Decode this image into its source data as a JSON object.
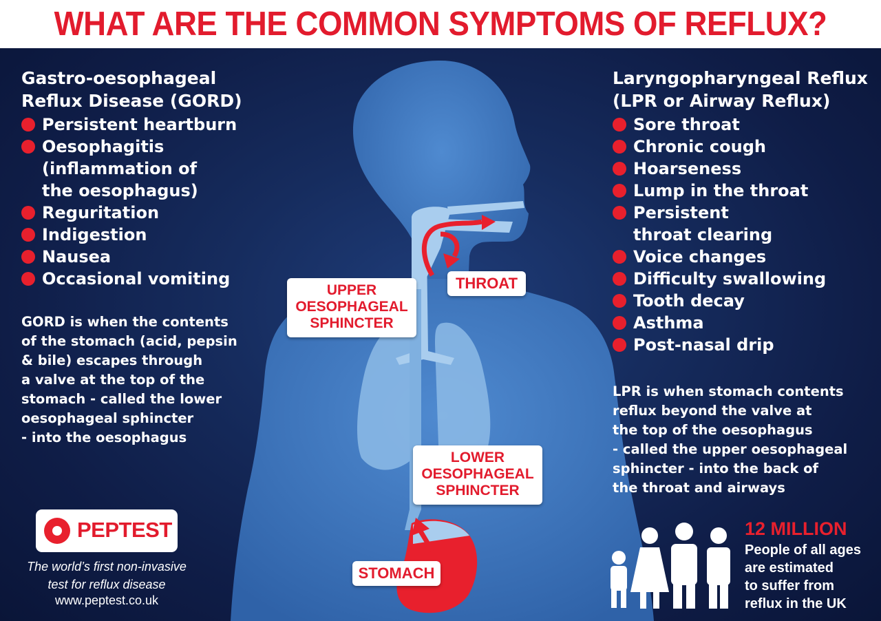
{
  "title": "WHAT ARE THE COMMON SYMPTOMS OF REFLUX?",
  "gord": {
    "heading": [
      "Gastro-oesophageal",
      "Reflux Disease (GORD)"
    ],
    "symptoms": [
      [
        "Persistent heartburn"
      ],
      [
        "Oesophagitis",
        "(inflammation of",
        "the oesophagus)"
      ],
      [
        "Reguritation"
      ],
      [
        "Indigestion"
      ],
      [
        "Nausea"
      ],
      [
        "Occasional vomiting"
      ]
    ],
    "description_bold": "GORD",
    "description": [
      " is when the contents",
      "of the stomach (acid, pepsin",
      "& bile) escapes through",
      "a valve at the top of the",
      "stomach - called the lower",
      "oesophageal sphincter",
      "- into the oesophagus"
    ]
  },
  "lpr": {
    "heading": [
      "Laryngopharyngeal Reflux",
      "(LPR or Airway Reflux)"
    ],
    "symptoms": [
      [
        "Sore throat"
      ],
      [
        "Chronic cough"
      ],
      [
        "Hoarseness"
      ],
      [
        "Lump in the throat"
      ],
      [
        "Persistent",
        "throat clearing"
      ],
      [
        "Voice changes"
      ],
      [
        "Difficulty swallowing"
      ],
      [
        "Tooth decay"
      ],
      [
        "Asthma"
      ],
      [
        "Post-nasal drip"
      ]
    ],
    "description_bold": "LPR",
    "description": [
      " is when stomach contents",
      "reflux beyond the valve at",
      "the top of the oesophagus",
      "- called the upper oesophageal",
      "sphincter - into the back of",
      "the throat and airways"
    ]
  },
  "labels": {
    "upper": [
      "UPPER",
      "OESOPHAGEAL",
      "SPHINCTER"
    ],
    "throat": "THROAT",
    "lower": [
      "LOWER",
      "OESOPHAGEAL",
      "SPHINCTER"
    ],
    "stomach": "STOMACH"
  },
  "brand": {
    "name": "PEPTEST",
    "tagline": [
      "The world’s first non-invasive",
      "test for reflux disease"
    ],
    "website": "www.peptest.co.uk"
  },
  "stat": {
    "number": "12 MILLION",
    "text": [
      "People of all ages",
      "are estimated",
      "to suffer from",
      "reflux in the UK"
    ]
  },
  "colors": {
    "accent_red": "#e21b2d",
    "background_navy": "#0d1a3f",
    "body_blue": "#3f79c0",
    "lung_blue": "#8dbbe6"
  }
}
